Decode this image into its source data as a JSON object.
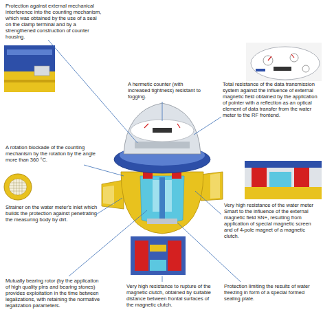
{
  "diagram": {
    "labels": [
      "Protection against external mechanical interference into the counting mechanism, which was obtained by the use of a seal on the clamp terminal and by a strengthened construction of counter housing.",
      "A hermetic counter (with increased tightness) resistant to fogging.",
      "Total resistance of the data transmission system against the influence of external magnetic field obtained by the application of pointer with a reflection as an optical element of data transfer from the water meter to the RF frontend.",
      "A rotation blockade of the counting mechanism by the rotation by the angle more than 360 °C.",
      "Strainer on the water meter's inlet which builds the protection against penetrating the measuring body by dirt.",
      "Very high resistance of the water meter Smart to the influence of the external magnetic field SN+, resulting from application of special magnetic screen and of 4-pole magnet of a magnetic clutch.",
      "Mutually bearing rotor (by the application of high quality pins and bearing stones) provides exploitation in the time between legalizations, with retaining the normative legalization parameters.",
      "Very high resistance to rupture of the magnetic clutch, obtained by suitable distance between frontal surfaces of the magnetic clutch.",
      "Protection limiting the results of water freezing in form of a special formed sealing plate."
    ]
  }
}
